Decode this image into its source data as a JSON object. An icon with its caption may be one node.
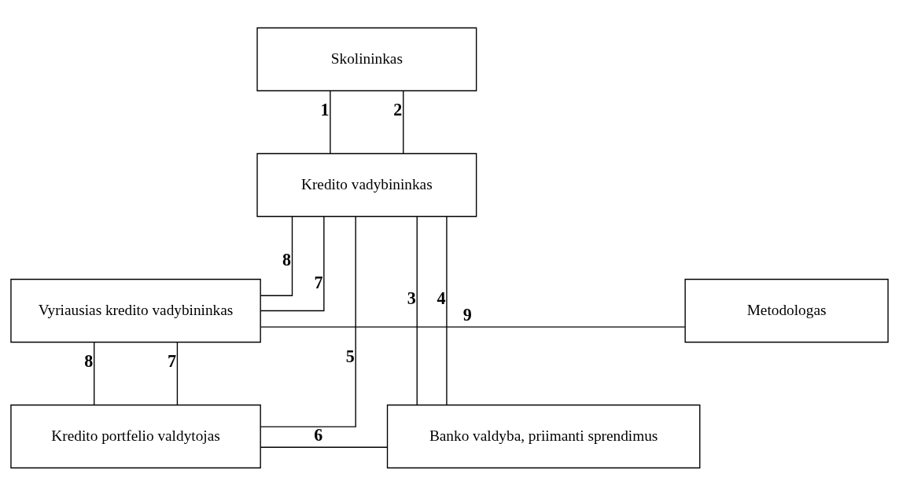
{
  "diagram": {
    "nodes": [
      {
        "text": [
          "Skolininkas"
        ]
      },
      {
        "text": [
          "Kredito vadybininkas"
        ]
      },
      {
        "text": [
          "Vyriausias kredito vadybininkas"
        ]
      },
      {
        "text": [
          "Metodologas"
        ]
      },
      {
        "text": [
          "Kredito portfelio valdytojas"
        ]
      },
      {
        "text": [
          "Banko valdyba, priimanti sprendimus"
        ]
      }
    ],
    "edges": [
      {
        "from": 0,
        "to": 1,
        "arrow": "none",
        "label": "1"
      },
      {
        "from": 0,
        "to": 1,
        "arrow": "none",
        "label": "2"
      },
      {
        "from": 1,
        "to": 2,
        "arrow": "none",
        "label": "8"
      },
      {
        "from": 1,
        "to": 2,
        "arrow": "none",
        "label": "7"
      },
      {
        "from": 2,
        "to": 3,
        "arrow": "none",
        "label": "9"
      },
      {
        "from": 2,
        "to": 4,
        "arrow": "none",
        "label": "8"
      },
      {
        "from": 2,
        "to": 4,
        "arrow": "none",
        "label": "7"
      },
      {
        "from": 1,
        "to": 4,
        "arrow": "none",
        "label": "5"
      },
      {
        "from": 1,
        "to": 5,
        "arrow": "none",
        "label": "3"
      },
      {
        "from": 1,
        "to": 5,
        "arrow": "none",
        "label": "4"
      },
      {
        "from": 4,
        "to": 5,
        "arrow": "none",
        "label": "6"
      }
    ]
  }
}
